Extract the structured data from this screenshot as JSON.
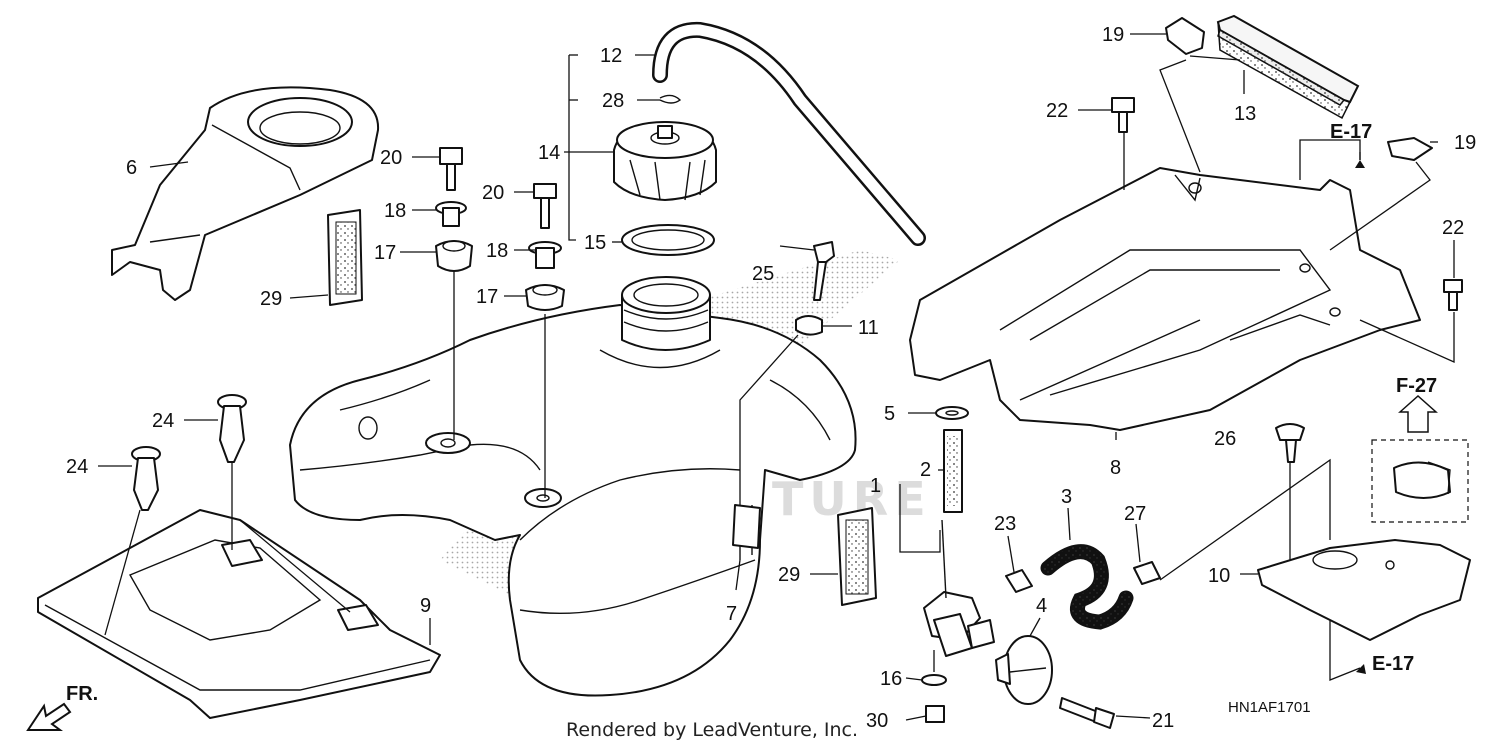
{
  "diagram": {
    "code": "HN1AF1701",
    "credit": "Rendered by LeadVenture, Inc.",
    "watermark": "LEADVENTURE",
    "front_marker": "FR.",
    "refs": {
      "e17_top": "E-17",
      "e17_bottom": "E-17",
      "f27": "F-27"
    },
    "callouts": [
      {
        "id": "c1",
        "label": "1"
      },
      {
        "id": "c2",
        "label": "2"
      },
      {
        "id": "c3",
        "label": "3"
      },
      {
        "id": "c4",
        "label": "4"
      },
      {
        "id": "c5",
        "label": "5"
      },
      {
        "id": "c6",
        "label": "6"
      },
      {
        "id": "c7",
        "label": "7"
      },
      {
        "id": "c8",
        "label": "8"
      },
      {
        "id": "c9",
        "label": "9"
      },
      {
        "id": "c10",
        "label": "10"
      },
      {
        "id": "c11",
        "label": "11"
      },
      {
        "id": "c12",
        "label": "12"
      },
      {
        "id": "c13",
        "label": "13"
      },
      {
        "id": "c14",
        "label": "14"
      },
      {
        "id": "c15",
        "label": "15"
      },
      {
        "id": "c16",
        "label": "16"
      },
      {
        "id": "c17a",
        "label": "17"
      },
      {
        "id": "c17b",
        "label": "17"
      },
      {
        "id": "c18a",
        "label": "18"
      },
      {
        "id": "c18b",
        "label": "18"
      },
      {
        "id": "c19a",
        "label": "19"
      },
      {
        "id": "c19b",
        "label": "19"
      },
      {
        "id": "c20a",
        "label": "20"
      },
      {
        "id": "c20b",
        "label": "20"
      },
      {
        "id": "c21",
        "label": "21"
      },
      {
        "id": "c22a",
        "label": "22"
      },
      {
        "id": "c22b",
        "label": "22"
      },
      {
        "id": "c23",
        "label": "23"
      },
      {
        "id": "c24a",
        "label": "24"
      },
      {
        "id": "c24b",
        "label": "24"
      },
      {
        "id": "c25",
        "label": "25"
      },
      {
        "id": "c26",
        "label": "26"
      },
      {
        "id": "c27",
        "label": "27"
      },
      {
        "id": "c28",
        "label": "28"
      },
      {
        "id": "c29a",
        "label": "29"
      },
      {
        "id": "c29b",
        "label": "29"
      },
      {
        "id": "c30",
        "label": "30"
      }
    ]
  }
}
